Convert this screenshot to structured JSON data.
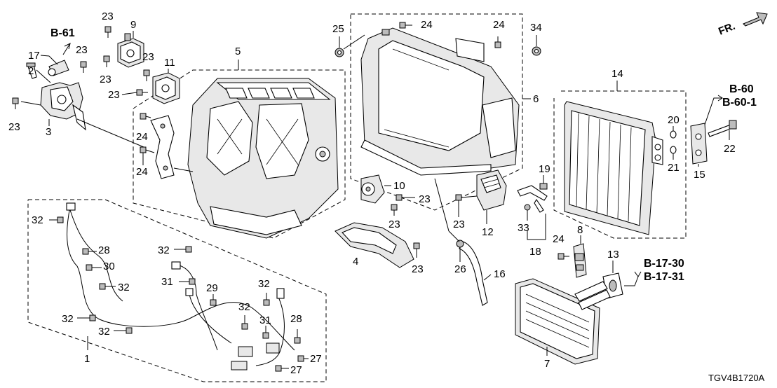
{
  "diagram_code": "TGV4B1720A",
  "direction_marker": "FR.",
  "references": {
    "b61": "B-61",
    "b60": "B-60",
    "b60_1": "B-60-1",
    "b17_30": "B-17-30",
    "b17_31": "B-17-31"
  },
  "labels": {
    "p1": "1",
    "p2": "2",
    "p3": "3",
    "p4": "4",
    "p5": "5",
    "p6": "6",
    "p7": "7",
    "p8": "8",
    "p9": "9",
    "p10": "10",
    "p11": "11",
    "p12": "12",
    "p13": "13",
    "p14": "14",
    "p15": "15",
    "p16": "16",
    "p17": "17",
    "p18": "18",
    "p19": "19",
    "p20": "20",
    "p21": "21",
    "p22": "22",
    "p23a": "23",
    "p23b": "23",
    "p23c": "23",
    "p23d": "23",
    "p23e": "23",
    "p23f": "23",
    "p23g": "23",
    "p23h": "23",
    "p23i": "23",
    "p23j": "23",
    "p24a": "24",
    "p24b": "24",
    "p24c": "24",
    "p24d": "24",
    "p24e": "24",
    "p25": "25",
    "p26": "26",
    "p27a": "27",
    "p27b": "27",
    "p28a": "28",
    "p28b": "28",
    "p29": "29",
    "p30": "30",
    "p31a": "31",
    "p31b": "31",
    "p32a": "32",
    "p32b": "32",
    "p32c": "32",
    "p32d": "32",
    "p32e": "32",
    "p32f": "32",
    "p33": "33",
    "p34": "34"
  }
}
